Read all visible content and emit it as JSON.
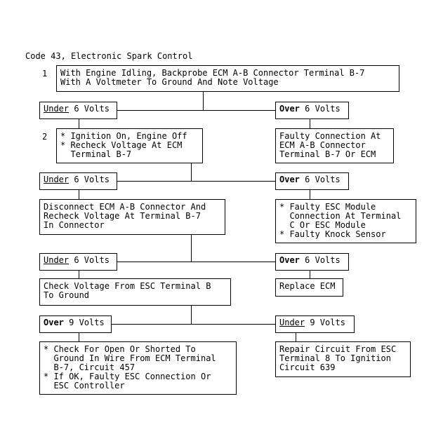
{
  "title": "Code 43, Electronic Spark Control",
  "steps": {
    "s1": {
      "num": "1",
      "text": "With Engine Idling, Backprobe ECM A-B Connector Terminal B-7\nWith A Voltmeter To Ground And Note Voltage"
    },
    "s2": {
      "num": "2",
      "text": "* Ignition On, Engine Off\n* Recheck Voltage At ECM\n  Terminal B-7"
    }
  },
  "labels": {
    "under": "Under",
    "over": "Over",
    "six_volts": "6 Volts",
    "nine_volts": "9 Volts"
  },
  "boxes": {
    "faulty_connection": "Faulty Connection At\nECM A-B Connector\nTerminal B-7 Or ECM",
    "disconnect": "Disconnect ECM A-B Connector And\nRecheck Voltage At Terminal B-7\nIn Connector",
    "faulty_esc": "* Faulty ESC Module\n  Connection At Terminal\n  C Or ESC Module\n* Faulty Knock Sensor",
    "check_voltage": "Check Voltage From ESC Terminal B\nTo Ground",
    "replace_ecm": "Replace ECM",
    "check_open": "* Check For Open Or Shorted To\n  Ground In Wire From ECM Terminal\n  B-7, Circuit 457\n* If OK, Faulty ESC Connection Or\n  ESC Controller",
    "repair_circuit": "Repair Circuit From ESC\nTerminal 8 To Ignition\nCircuit 639"
  }
}
